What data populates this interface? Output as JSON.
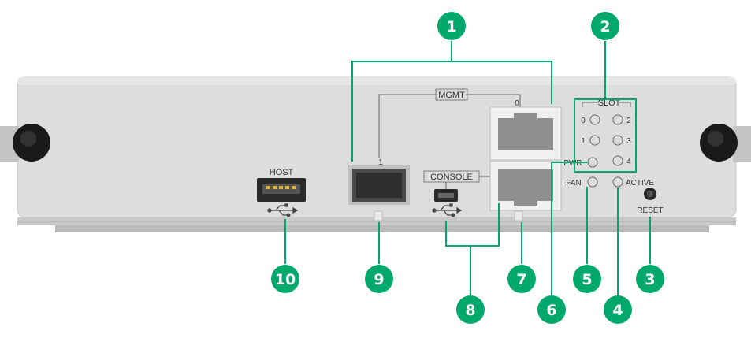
{
  "labels": {
    "host": "HOST",
    "mgmt": "MGMT",
    "mgmt_port_0": "0",
    "mgmt_port_1": "1",
    "console": "CONSOLE",
    "slot": "SLOT",
    "slot_0": "0",
    "slot_1": "1",
    "slot_2": "2",
    "slot_3": "3",
    "slot_4": "4",
    "pwr": "PWR",
    "fan": "FAN",
    "active": "ACTIVE",
    "reset": "RESET"
  },
  "callouts": [
    "1",
    "2",
    "3",
    "4",
    "5",
    "6",
    "7",
    "8",
    "9",
    "10"
  ],
  "colors": {
    "callout": "#00a86b",
    "panel": "#dcdcdc",
    "panel_edge": "#bdbdbd",
    "callout_line": "#00a86b"
  },
  "icons": [
    "usb-icon",
    "thumbscrew-icon"
  ]
}
